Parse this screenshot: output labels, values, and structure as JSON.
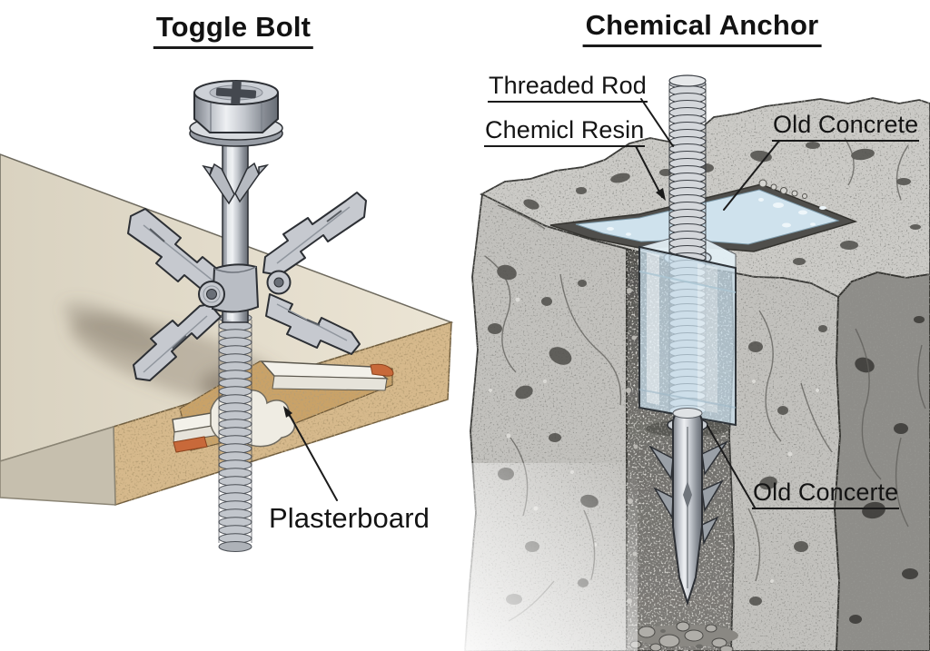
{
  "page": {
    "background": "#ffffff"
  },
  "panels": {
    "left": {
      "title": "Toggle Bolt"
    },
    "right": {
      "title": "Chemical Anchor"
    }
  },
  "callouts": {
    "threaded_rod": {
      "label": "Threaded Rod"
    },
    "chemical_resin": {
      "label": "Chemicl Resin"
    },
    "old_concrete_top": {
      "label": "Old Concrete"
    },
    "old_concrete_bottom": {
      "label": "Old Concerte"
    },
    "plasterboard": {
      "label": "Plasterboard"
    }
  },
  "colors": {
    "label_ink": "#161616",
    "metal_mid": "#c3c7cd",
    "board_top": "#e7e0d0",
    "board_core_tan": "#d6b98c",
    "board_endcap": "#c6bfae",
    "gypsum_white": "#f3f1ea",
    "paper_orange": "#c8693a",
    "concrete_top": "#cbcac6",
    "concrete_front": "#c2c1bd",
    "concrete_dark_face": "#8e8d89",
    "slot_dark": "#6f6e6b",
    "resin_blue": "#cfe2ed"
  }
}
